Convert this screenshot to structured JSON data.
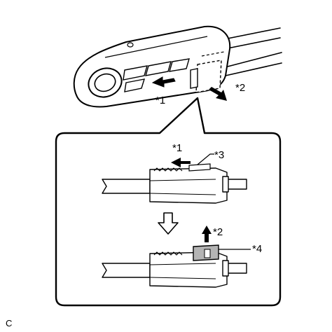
{
  "callouts": {
    "c1_top": "*1",
    "c2_top": "*2",
    "c1_detail": "*1",
    "c3_detail": "*3",
    "c2_detail": "*2",
    "c4_detail": "*4"
  },
  "illustration_code": "C",
  "colors": {
    "line": "#000000",
    "fill": "#ffffff",
    "highlight": "#b4b4b4"
  }
}
